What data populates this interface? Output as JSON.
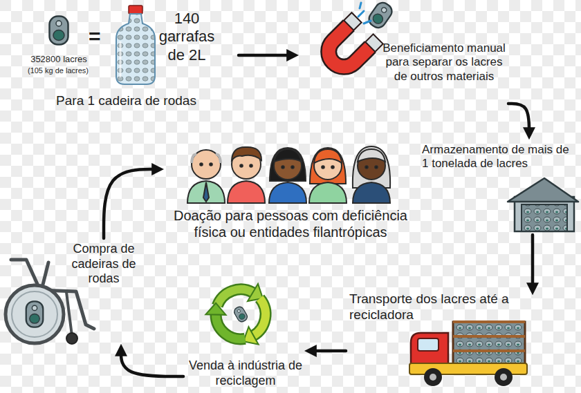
{
  "diagram": {
    "nodes": [
      {
        "text": [
          "352800 lacres",
          "(105 kg de lacres)",
          "140 garrafas de 2L",
          "Para 1 cadeira de rodas"
        ]
      },
      {
        "text": [
          "Beneficiamento manual para separar os lacres de outros materiais"
        ]
      },
      {
        "text": [
          "Armazenamento de mais de 1 tonelada de lacres"
        ]
      },
      {
        "text": [
          "Transporte dos lacres até a recicladora"
        ]
      },
      {
        "text": [
          "Venda à indústria de reciclagem"
        ]
      },
      {
        "text": [
          "Compra de cadeiras de rodas"
        ]
      },
      {
        "text": [
          "Doação para pessoas com deficiência física ou entidades filantrópicas"
        ]
      }
    ],
    "edges": [
      {
        "from": 0,
        "to": 1,
        "arrow": "to"
      },
      {
        "from": 1,
        "to": 2,
        "arrow": "to"
      },
      {
        "from": 2,
        "to": 3,
        "arrow": "to"
      },
      {
        "from": 3,
        "to": 4,
        "arrow": "to"
      },
      {
        "from": 4,
        "to": 5,
        "arrow": "to"
      },
      {
        "from": 5,
        "to": 6,
        "arrow": "to"
      }
    ],
    "labels": [
      "="
    ]
  }
}
